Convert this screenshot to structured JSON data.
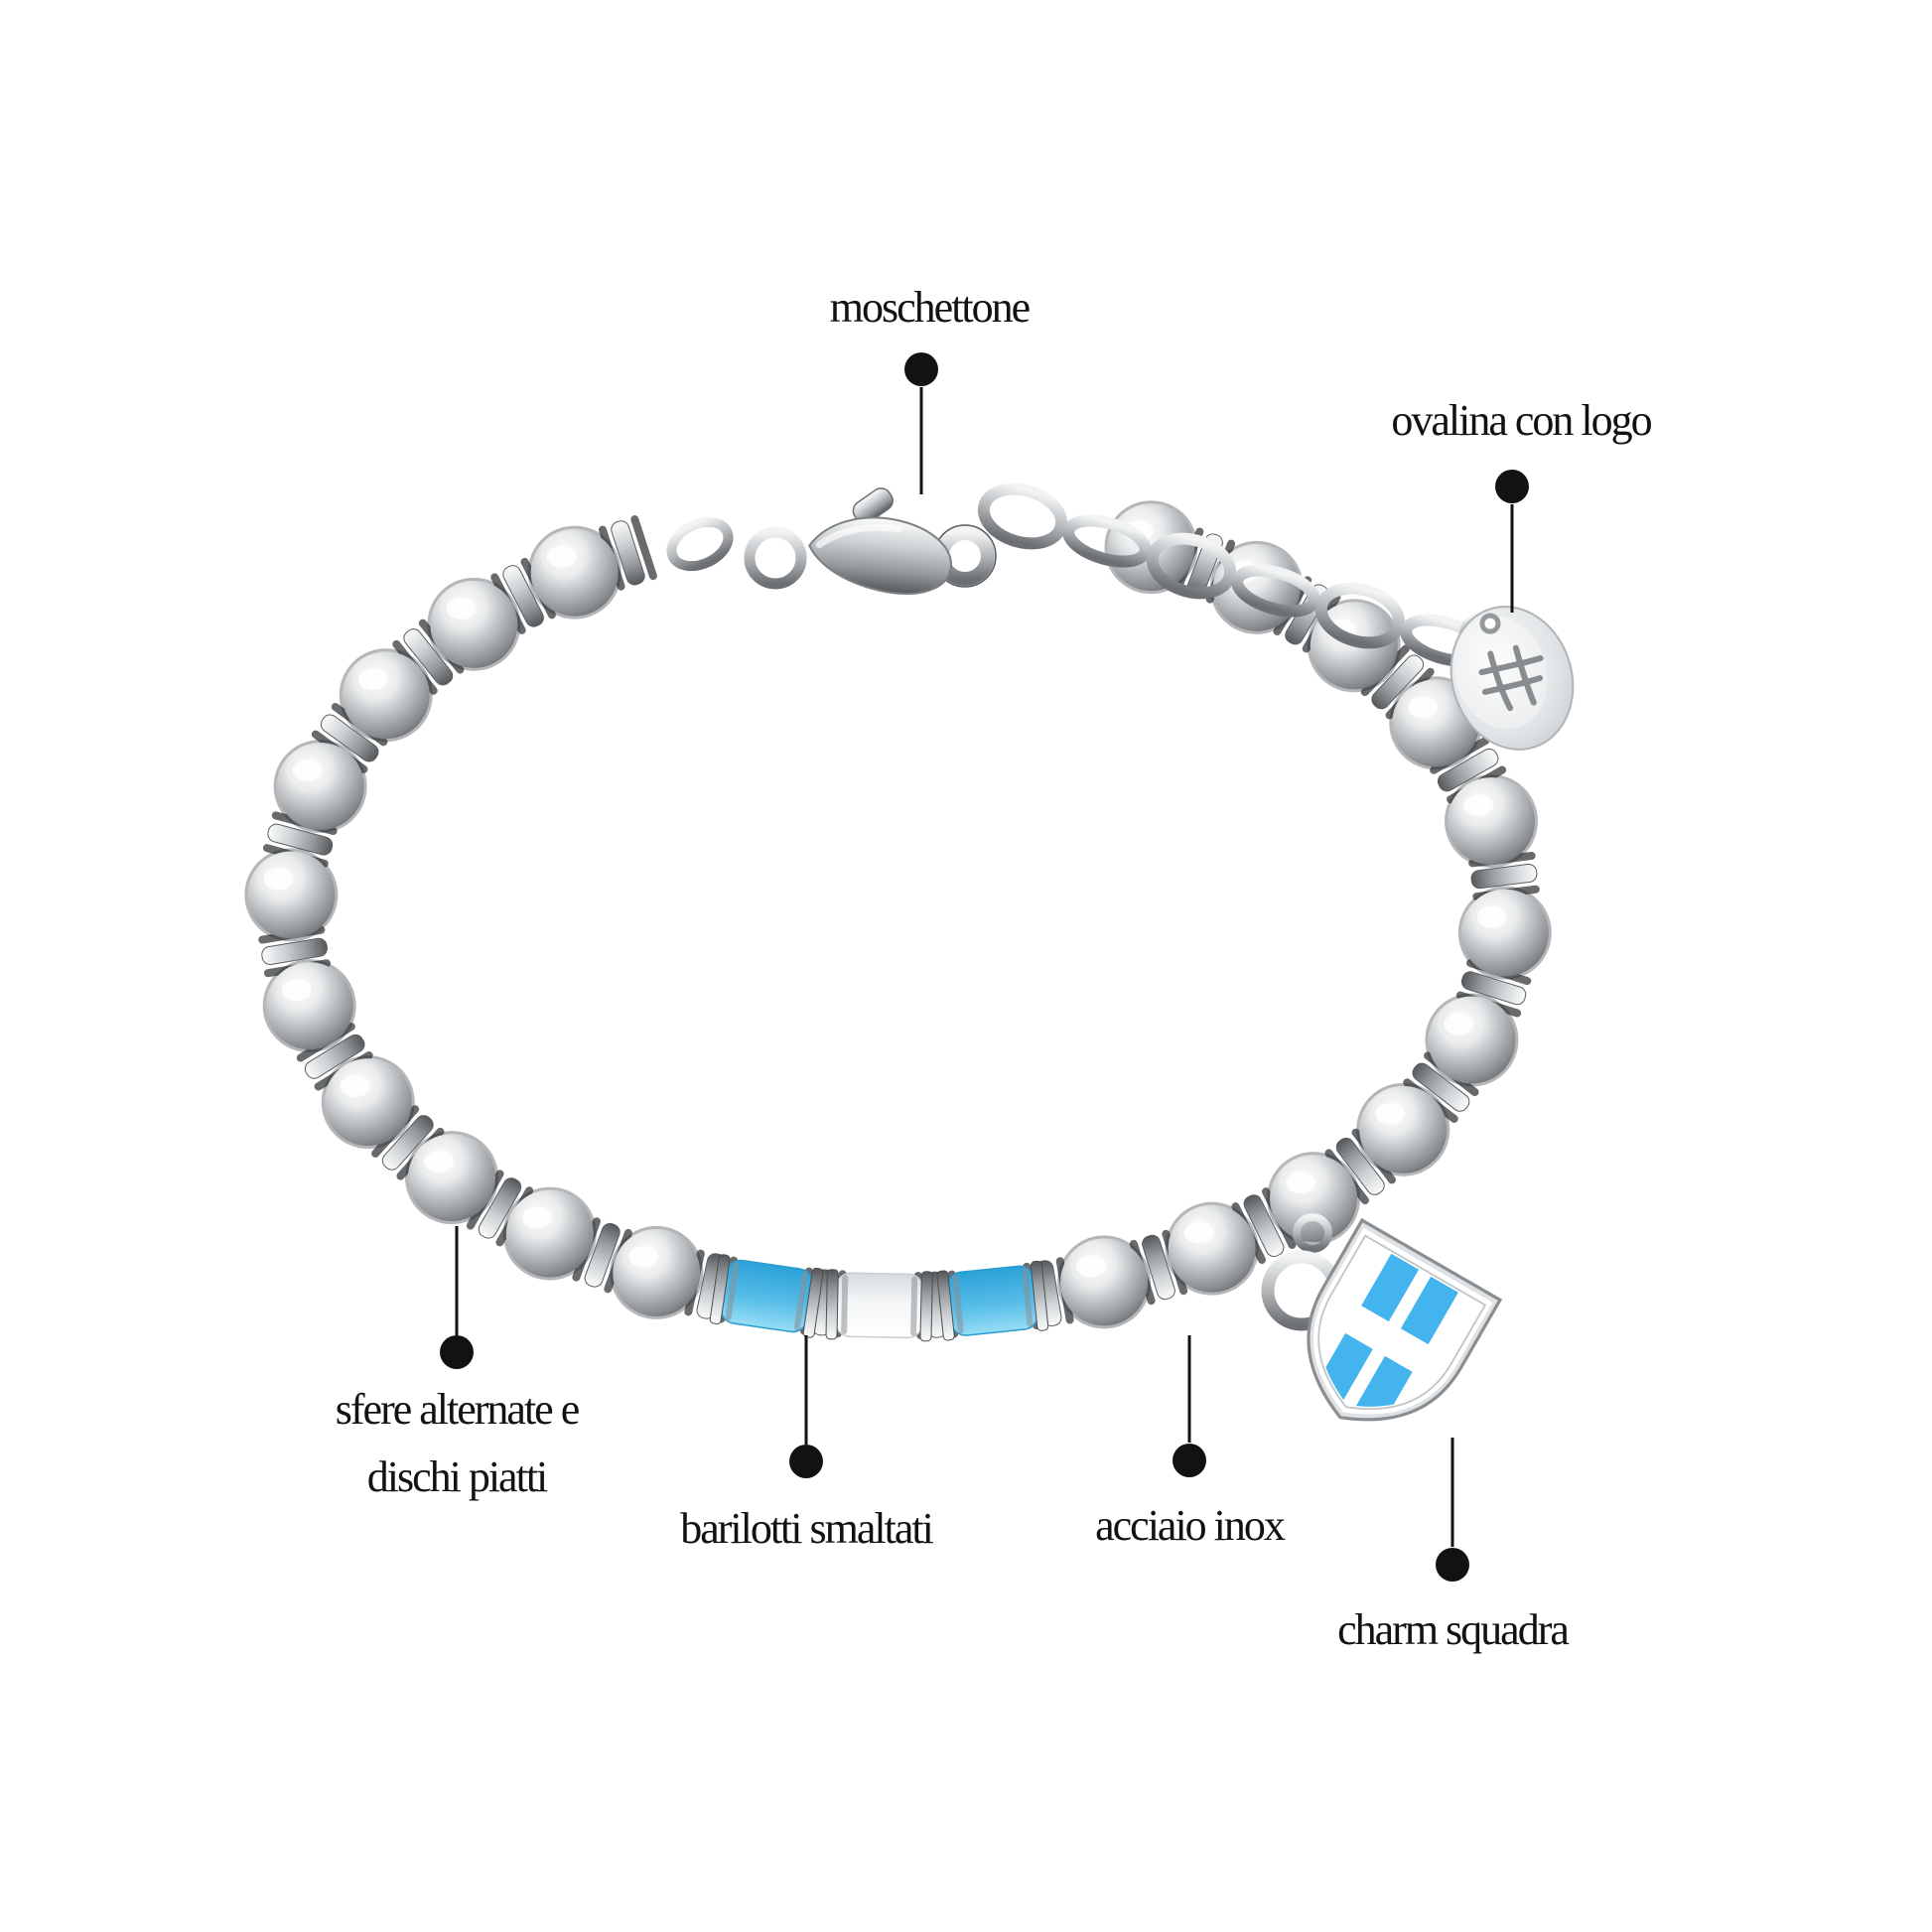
{
  "page": {
    "background": "#ffffff"
  },
  "callouts": {
    "moschettone": {
      "label": "moschettone"
    },
    "ovalina": {
      "label": "ovalina con logo"
    },
    "sfere": {
      "line1": "sfere alternate e",
      "line2": "dischi piatti"
    },
    "barilotti": {
      "label": "barilotti smaltati"
    },
    "acciaio": {
      "label": "acciaio inox"
    },
    "charm": {
      "label": "charm squadra"
    }
  },
  "colors": {
    "ink": "#121212",
    "enamel_blue": "#56bce8",
    "charm_blue": "#43b4ee",
    "enamel_white": "#f4f6f7",
    "steel_light": "#eff1f2",
    "steel_mid": "#b3b7ba",
    "steel_dark": "#5a5e62"
  },
  "icons": {
    "tag_logo": "hash-logo-icon"
  }
}
